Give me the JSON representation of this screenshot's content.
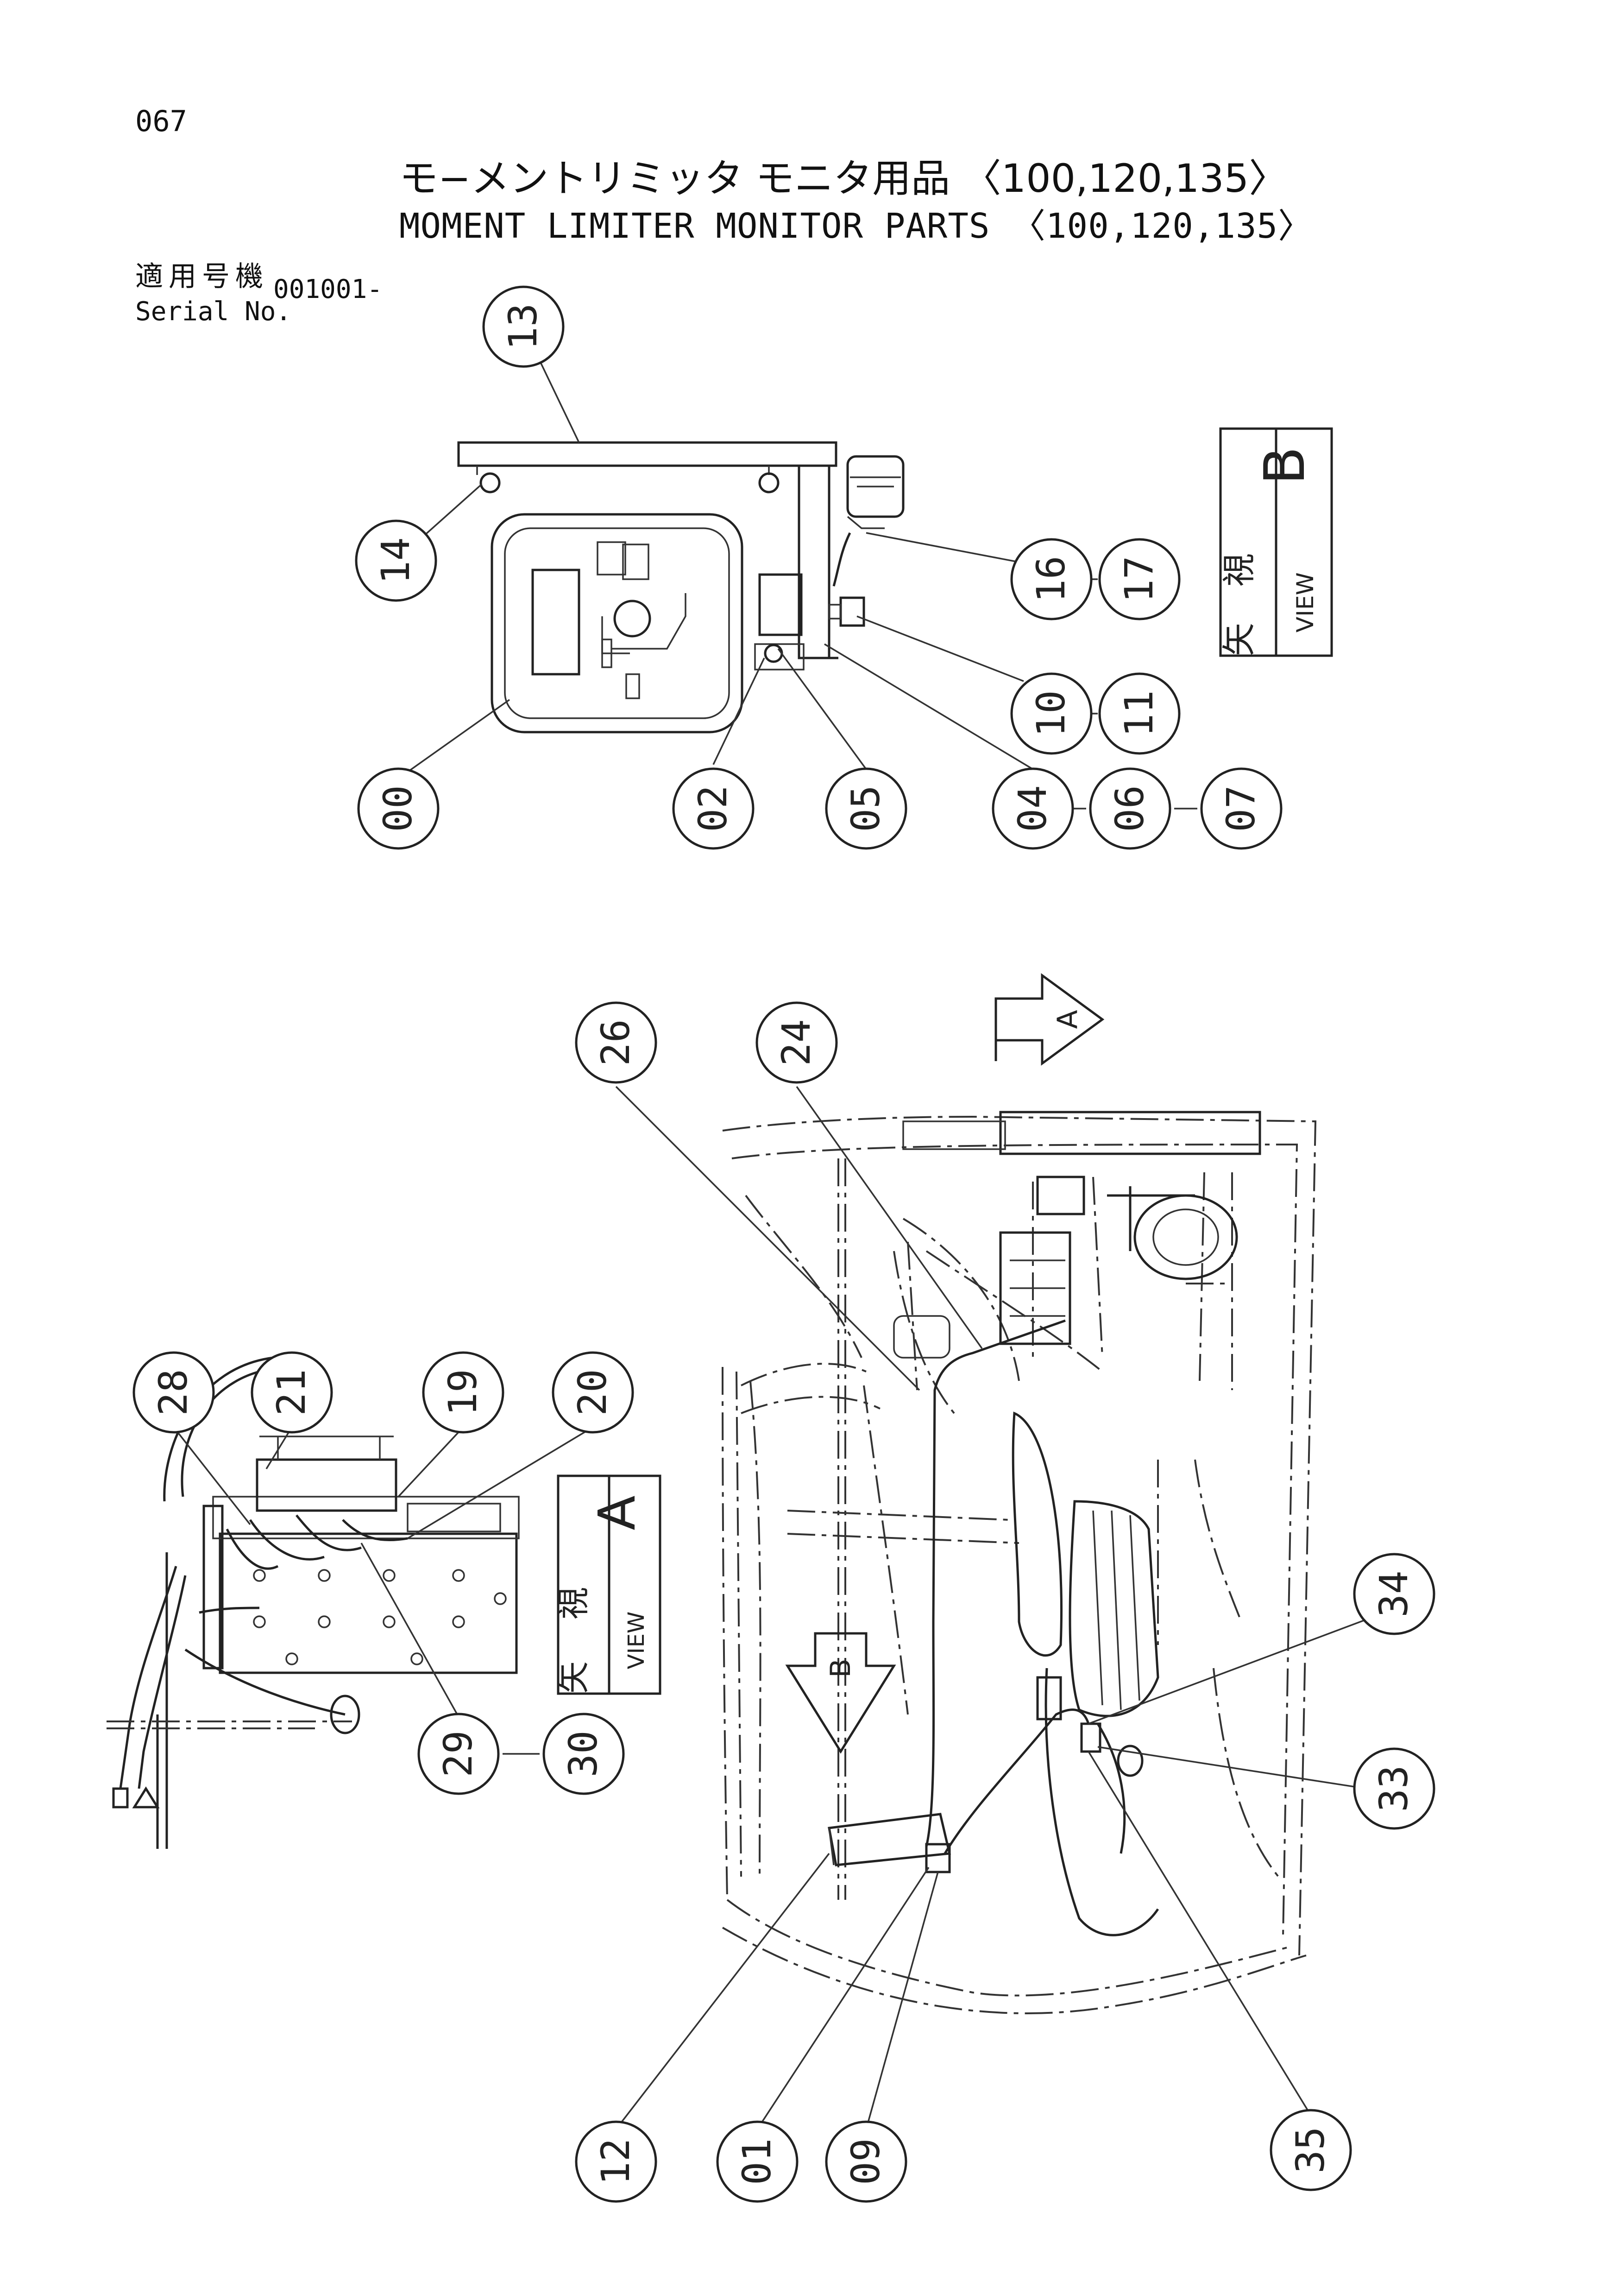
{
  "page_number": "067",
  "title_jp": "モ−メントリミッタ モニタ用品 〈100,120,135〉",
  "title_en": "MOMENT LIMITER MONITOR PARTS 〈100,120,135〉",
  "serial": {
    "label_jp": "適用号機",
    "label_en": "Serial No.",
    "value": "001001-"
  },
  "views": {
    "view_b": {
      "kanji_1": "矢",
      "kanji_2": "視",
      "word": "VIEW",
      "letter": "B"
    },
    "view_a": {
      "kanji_1": "矢",
      "kanji_2": "視",
      "word": "VIEW",
      "letter": "A"
    },
    "arrow_a": "A",
    "arrow_b": "B"
  },
  "balloons": [
    "13",
    "14",
    "16",
    "17",
    "10",
    "11",
    "00",
    "02",
    "05",
    "04",
    "06",
    "07",
    "26",
    "24",
    "28",
    "21",
    "19",
    "20",
    "29",
    "30",
    "34",
    "33",
    "12",
    "01",
    "09",
    "35"
  ]
}
